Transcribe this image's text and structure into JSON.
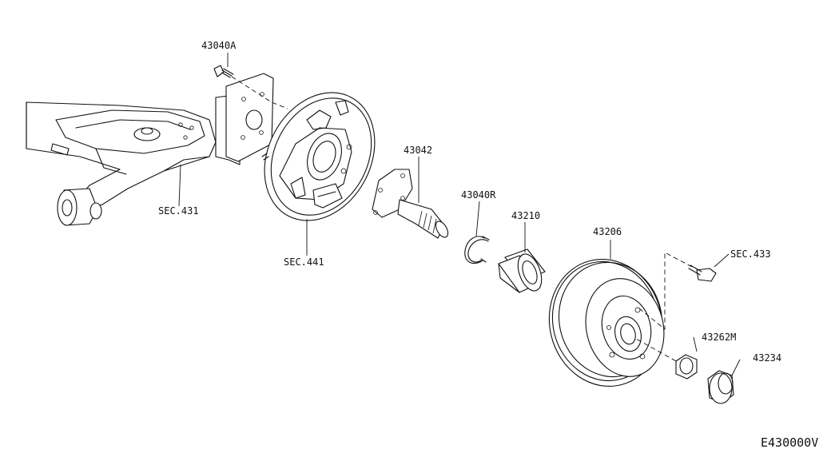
{
  "labels": {
    "bolt_43040A": "43040A",
    "backplate_sec441": "SEC.441",
    "axle_sec431": "SEC.431",
    "spindle_43042": "43042",
    "snap_ring_43040R": "43040R",
    "bearing_43210": "43210",
    "drum_43206": "43206",
    "hub_bolt_sec433": "SEC.433",
    "nut_43262M": "43262M",
    "cap_43234": "43234"
  },
  "diagram_code": "E430000V"
}
